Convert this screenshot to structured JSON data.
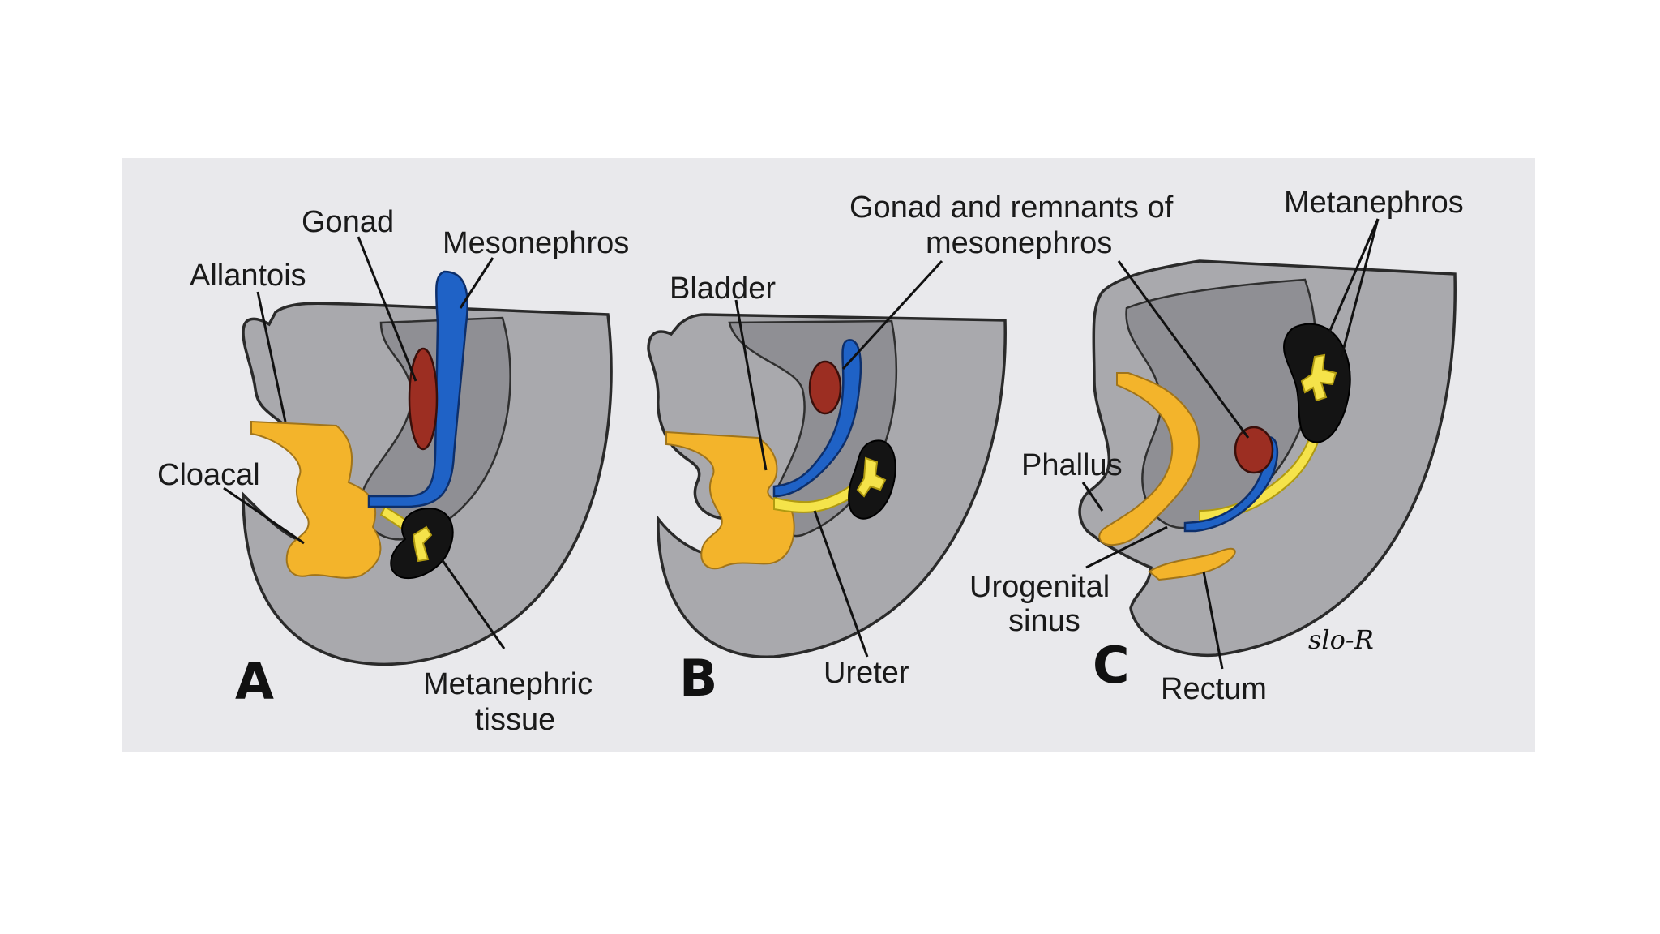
{
  "panels": {
    "A": {
      "letter": "A",
      "labels": {
        "gonad": "Gonad",
        "mesonephros": "Mesonephros",
        "allantois": "Allantois",
        "cloacal": "Cloacal",
        "metanephric_1": "Metanephric",
        "metanephric_2": "tissue"
      }
    },
    "B": {
      "letter": "B",
      "labels": {
        "bladder": "Bladder",
        "gonad_remnants_1": "Gonad and remnants of",
        "gonad_remnants_2": "mesonephros",
        "ureter": "Ureter"
      }
    },
    "C": {
      "letter": "C",
      "labels": {
        "metanephros": "Metanephros",
        "phallus": "Phallus",
        "urogenital_1": "Urogenital",
        "urogenital_2": "sinus",
        "rectum": "Rectum"
      },
      "signature": "slo-R"
    }
  },
  "colors": {
    "background": "#ffffff",
    "panel": "#e9e9ec",
    "embryo_wall": "#a9a9ad",
    "cloaca_bladder": "#f3b42b",
    "ureter": "#f5e34a",
    "mesonephros": "#1f62c6",
    "gonad": "#9c2e22",
    "metanephros": "#141414"
  }
}
